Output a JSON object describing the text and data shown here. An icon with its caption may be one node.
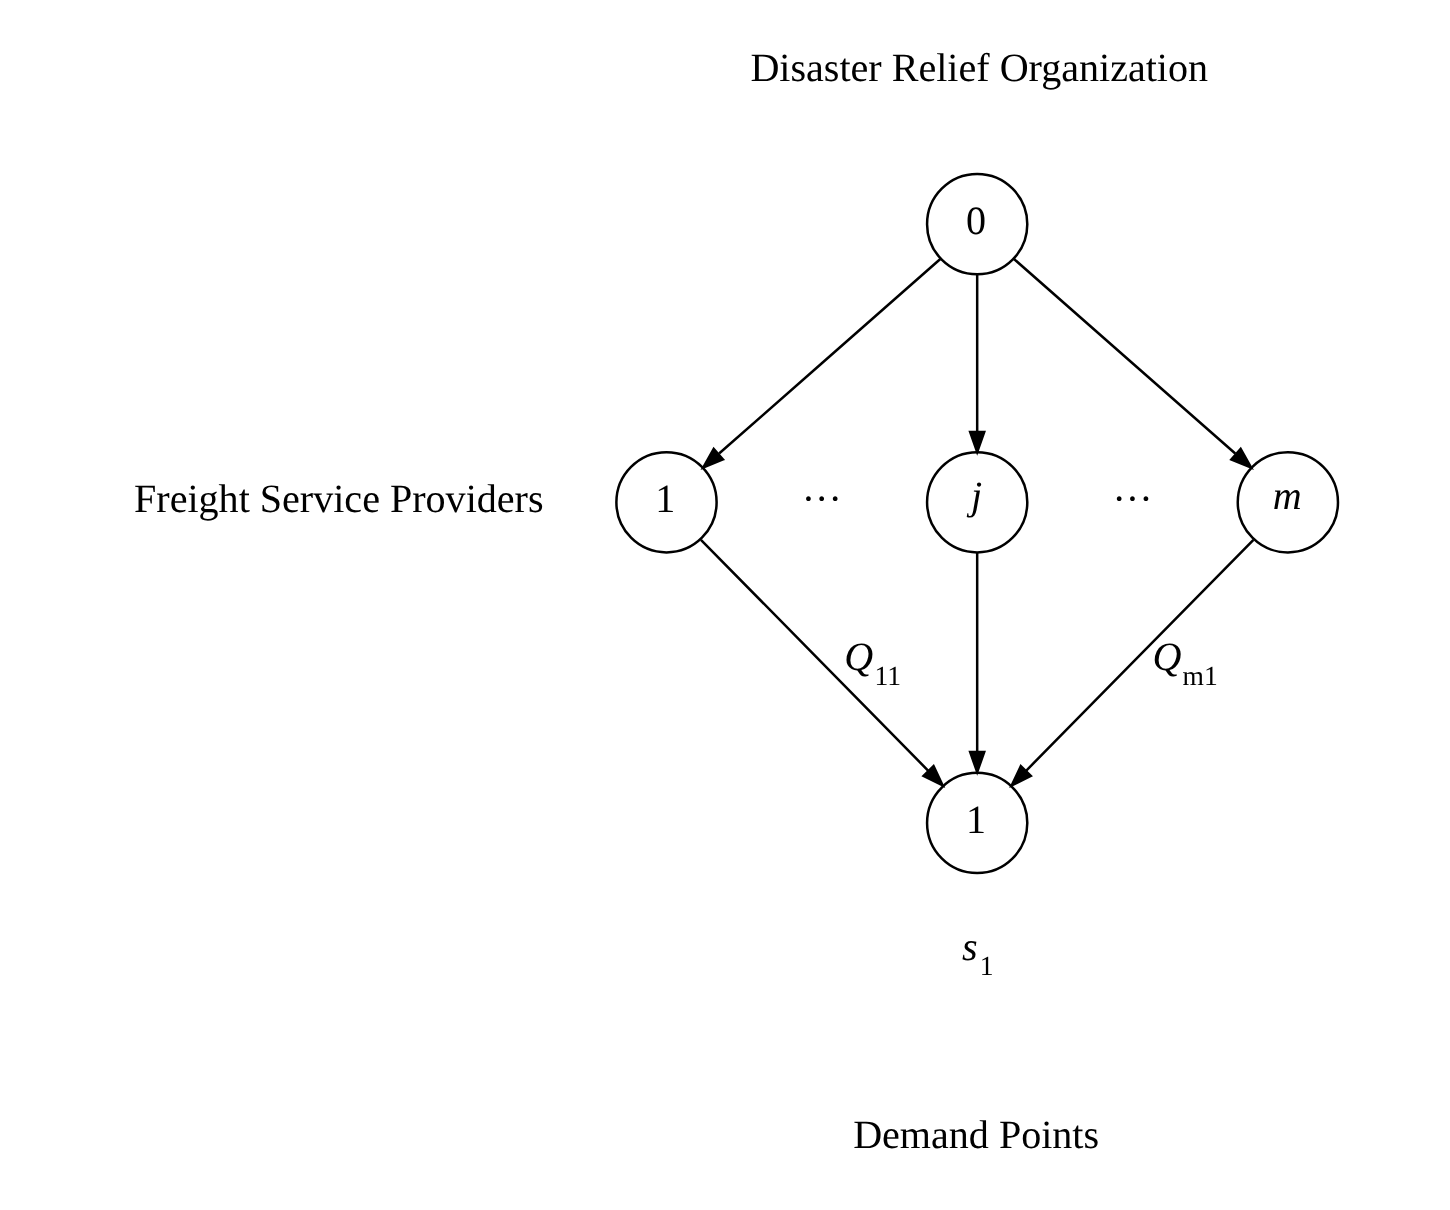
{
  "diagram": {
    "nodes": [
      {
        "text": [
          "0"
        ]
      },
      {
        "text": [
          "1"
        ]
      },
      {
        "text": [
          "*j*"
        ]
      },
      {
        "text": [
          "*m*"
        ]
      },
      {
        "text": [
          "1"
        ],
        "beside": [
          "*s*$_{1}$"
        ]
      }
    ],
    "edges": [
      {
        "from": 0,
        "to": 1,
        "arrow": "to"
      },
      {
        "from": 0,
        "to": 2,
        "arrow": "to"
      },
      {
        "from": 0,
        "to": 3,
        "arrow": "to"
      },
      {
        "from": 1,
        "to": 4,
        "arrow": "to",
        "label": "*Q*$_{11}$"
      },
      {
        "from": 2,
        "to": 4,
        "arrow": "to"
      },
      {
        "from": 3,
        "to": 4,
        "arrow": "to",
        "label": "*Q*$_{m1}$"
      }
    ],
    "labels": [
      "Disaster Relief Organization",
      "Freight Service Providers",
      "···",
      "···",
      "Demand Points"
    ]
  }
}
